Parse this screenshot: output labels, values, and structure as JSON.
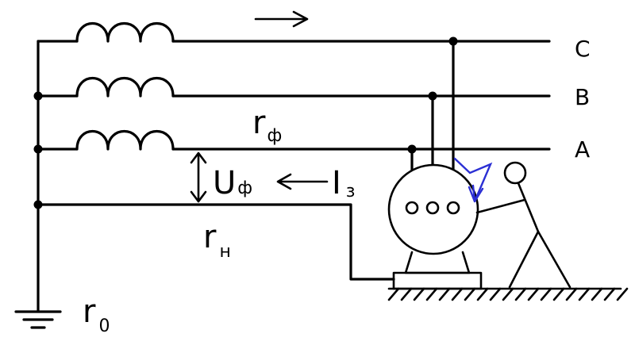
{
  "phase_labels": {
    "c": "C",
    "b": "B",
    "a": "A"
  },
  "phase_resistance": {
    "symbol": "r",
    "subscript": "ф"
  },
  "phase_voltage": {
    "symbol": "U",
    "subscript": "ф"
  },
  "fault_current": {
    "symbol": "I",
    "subscript": "з"
  },
  "neutral_resistance": {
    "symbol": "r",
    "subscript": "н"
  },
  "ground_resistance": {
    "symbol": "r",
    "subscript": "0"
  },
  "colors": {
    "line": "#000000",
    "contact_arrow": "#2b2fd4"
  }
}
